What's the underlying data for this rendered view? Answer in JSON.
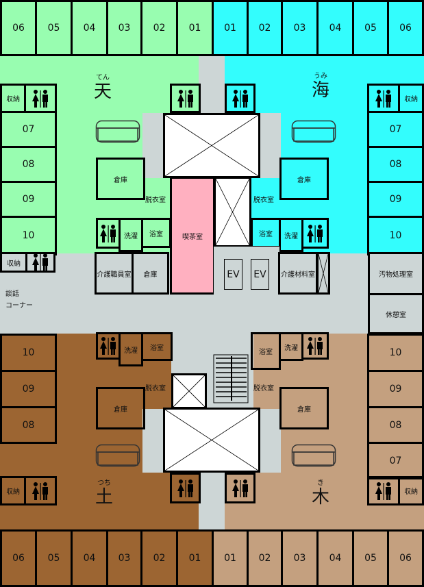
{
  "colors": {
    "ten": "#98fdb0",
    "umi": "#33fdfd",
    "tsuchi": "#9c6532",
    "ki": "#c4a07f",
    "corridor": "#cdd6d6",
    "cafe": "#ffb0c0",
    "stairwell": "#ffffff"
  },
  "wings": {
    "ten": {
      "name": "天",
      "reading": "てん"
    },
    "umi": {
      "name": "海",
      "reading": "うみ"
    },
    "tsuchi": {
      "name": "土",
      "reading": "つち"
    },
    "ki": {
      "name": "木",
      "reading": "き"
    }
  },
  "rooms": {
    "top_left": [
      "06",
      "05",
      "04",
      "03",
      "02",
      "01"
    ],
    "top_right": [
      "01",
      "02",
      "03",
      "04",
      "05",
      "06"
    ],
    "bottom_left": [
      "06",
      "05",
      "04",
      "03",
      "02",
      "01"
    ],
    "bottom_right": [
      "01",
      "02",
      "03",
      "04",
      "05",
      "06"
    ],
    "side_left_top": [
      "07",
      "08",
      "09",
      "10"
    ],
    "side_right_top": [
      "07",
      "08",
      "09",
      "10"
    ],
    "side_left_bottom": [
      "10",
      "09",
      "08"
    ],
    "side_right_bottom": [
      "10",
      "09",
      "08",
      "07"
    ]
  },
  "labels": {
    "storage_small": "収納",
    "storeroom": "倉庫",
    "changing": "脱衣室",
    "bath": "浴室",
    "laundry": "洗濯",
    "cafe": "喫茶室",
    "ev": "EV",
    "staff": "介護職員室",
    "supplies": "介護材料室",
    "soiled": "汚物処理室",
    "rest": "休憩室",
    "lounge_1": "談話",
    "lounge_2": "コーナー"
  }
}
